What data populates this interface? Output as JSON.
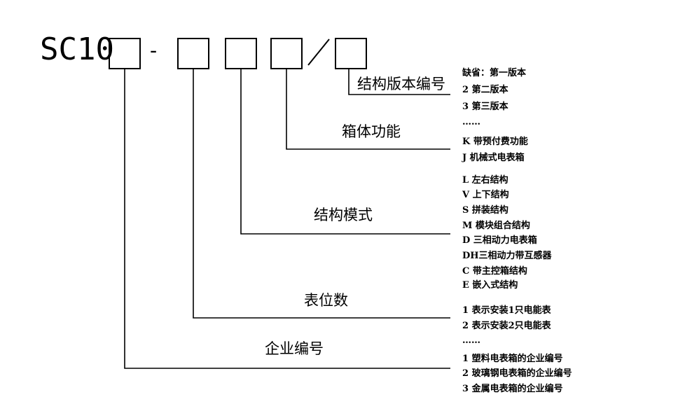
{
  "model": {
    "prefix": "SC10",
    "dash": "-",
    "slash": "/"
  },
  "fields": {
    "version": {
      "label": "结构版本编号",
      "options": [
        "缺省：第一版本",
        "2 第二版本",
        "3 第三版本",
        "……"
      ]
    },
    "function": {
      "label": "箱体功能",
      "options": [
        "K 带预付费功能",
        "J 机械式电表箱"
      ]
    },
    "structure": {
      "label": "结构模式",
      "options": [
        "L 左右结构",
        "V 上下结构",
        "S 拼装结构",
        "M 模块组合结构",
        "D 三相动力电表箱",
        "DH三相动力带互感器",
        "C 带主控箱结构",
        "E 嵌入式结构"
      ]
    },
    "meters": {
      "label": "表位数",
      "options": [
        "1 表示安装1只电能表",
        "2 表示安装2只电能表",
        "……"
      ]
    },
    "company": {
      "label": "企业编号",
      "options": [
        "1 塑料电表箱的企业编号",
        "2 玻璃钢电表箱的企业编号",
        "3 金属电表箱的企业编号"
      ]
    }
  }
}
